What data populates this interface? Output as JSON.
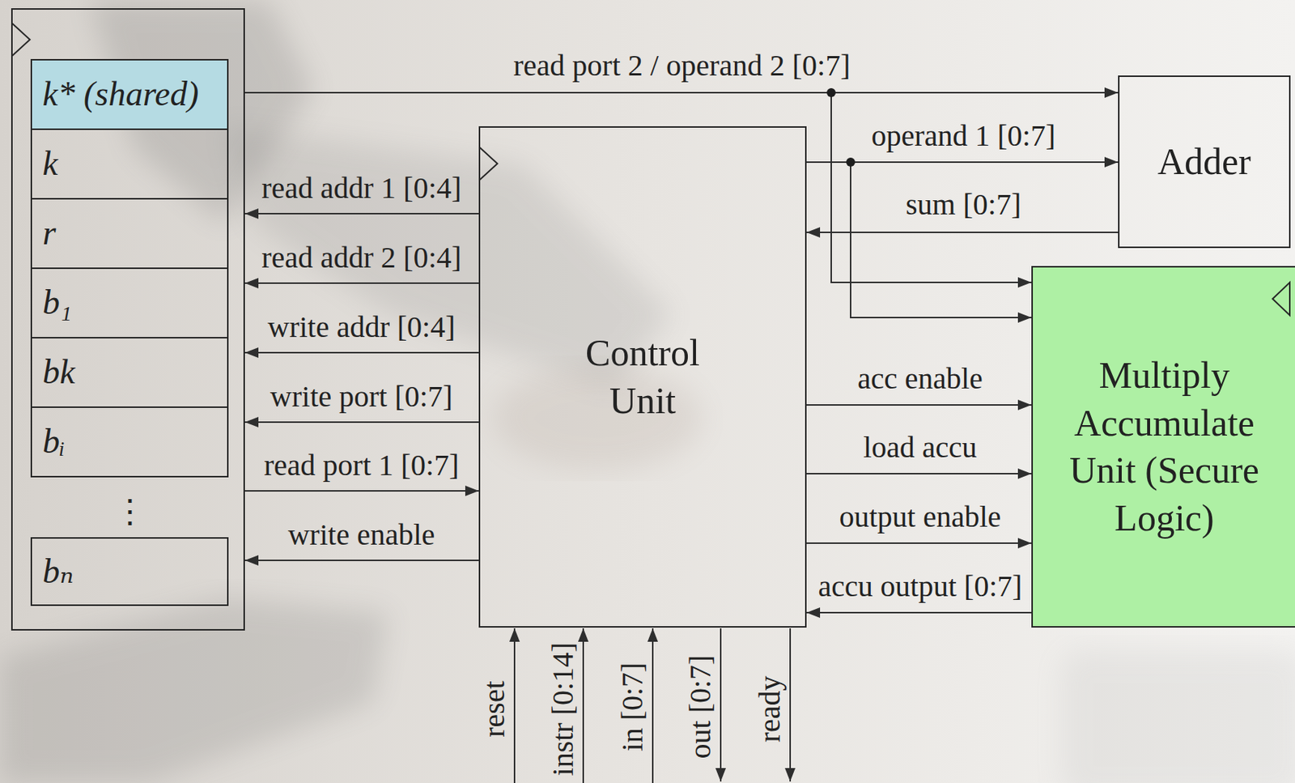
{
  "diagram": {
    "nodes": [
      {
        "text": [
          "⋮"
        ]
      },
      {
        "text": [
          "k* (shared)"
        ],
        "in": 0
      },
      {
        "text": [
          "k"
        ],
        "in": 0
      },
      {
        "text": [
          "r"
        ],
        "in": 0
      },
      {
        "text": [
          "b₁"
        ],
        "in": 0
      },
      {
        "text": [
          "bk"
        ],
        "in": 0
      },
      {
        "text": [
          "bᵢ"
        ],
        "in": 0
      },
      {
        "text": [
          "bₙ"
        ],
        "in": 0
      },
      {
        "text": [
          "Control Unit"
        ]
      },
      {
        "text": [
          "Adder"
        ]
      },
      {
        "text": [
          "Multiply Accumulate Unit (Secure Logic)"
        ]
      }
    ],
    "edges": [
      {
        "from": 0,
        "to": 9,
        "arrow": "to",
        "label": "read port 2 / operand 2 [0:7]"
      },
      {
        "from": 0,
        "to": 10,
        "arrow": "to"
      },
      {
        "from": 8,
        "to": 9,
        "arrow": "to",
        "label": "operand 1 [0:7]"
      },
      {
        "from": 8,
        "to": 10,
        "arrow": "to"
      },
      {
        "from": 9,
        "to": 8,
        "arrow": "to",
        "label": "sum [0:7]"
      },
      {
        "from": 8,
        "to": 0,
        "arrow": "to",
        "label": "read addr 1 [0:4]"
      },
      {
        "from": 8,
        "to": 0,
        "arrow": "to",
        "label": "read addr 2 [0:4]"
      },
      {
        "from": 8,
        "to": 0,
        "arrow": "to",
        "label": "write addr [0:4]"
      },
      {
        "from": 8,
        "to": 0,
        "arrow": "to",
        "label": "write port [0:7]"
      },
      {
        "from": 0,
        "to": 8,
        "arrow": "to",
        "label": "read port 1 [0:7]"
      },
      {
        "from": 8,
        "to": 0,
        "arrow": "to",
        "label": "write enable"
      },
      {
        "from": 8,
        "to": 10,
        "arrow": "to",
        "label": "acc enable"
      },
      {
        "from": 8,
        "to": 10,
        "arrow": "to",
        "label": "load accu"
      },
      {
        "from": 8,
        "to": 10,
        "arrow": "to",
        "label": "output enable"
      },
      {
        "from": 10,
        "to": 8,
        "arrow": "to",
        "label": "accu output [0:7]"
      }
    ],
    "labels": [
      "reset",
      "instr [0:14]",
      "in [0:7]",
      "out [0:7]",
      "ready"
    ]
  }
}
